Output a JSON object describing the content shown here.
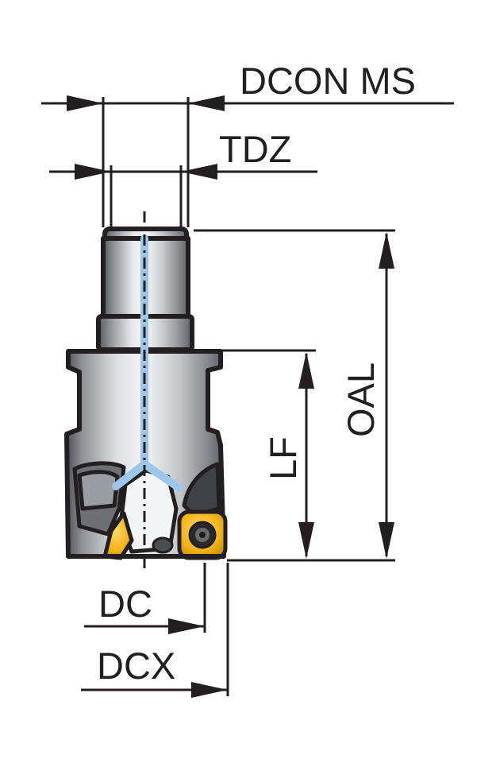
{
  "labels": {
    "dcon_ms": "DCON MS",
    "tdz": "TDZ",
    "oal": "OAL",
    "lf": "LF",
    "dc": "DC",
    "dcx": "DCX"
  },
  "colors": {
    "outline": "#231f20",
    "body_dark": "#5a5d62",
    "body_mid": "#b9bcc0",
    "body_light": "#f2f3f4",
    "coolant_channel": "#9cc6ea",
    "insert_gold": "#f5b51b",
    "insert_gold_dark": "#c88a08"
  }
}
